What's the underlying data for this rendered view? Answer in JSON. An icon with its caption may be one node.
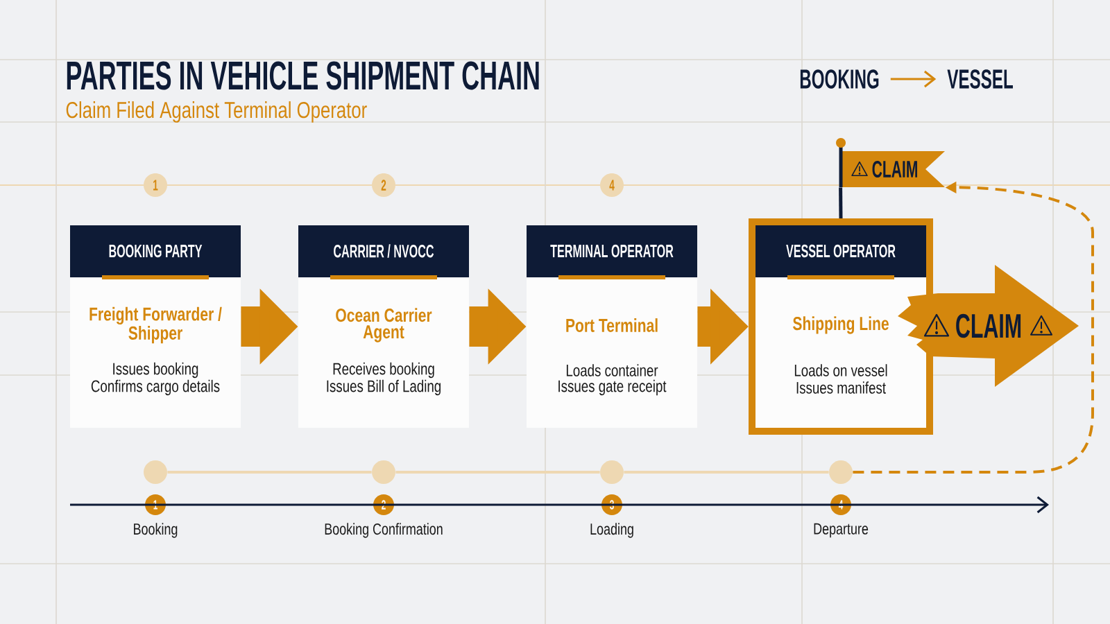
{
  "diagram": {
    "title": "PARTIES IN VEHICLE SHIPMENT CHAIN",
    "nodes": [
      {
        "text": [
          "BOOKING"
        ]
      },
      {
        "text": [
          "VESSEL"
        ]
      },
      {
        "text": [
          "CLAIM"
        ]
      },
      {
        "text": [
          "1"
        ]
      },
      {
        "text": [
          "2"
        ]
      },
      {
        "text": [
          "4"
        ]
      },
      {
        "text": [
          "BOOKING PARTY",
          "Freight Forwarder / Shipper",
          "Issues booking",
          "Confirms cargo details"
        ]
      },
      {
        "text": [
          "CARRIER / NVOCC",
          "Ocean Carrier Agent",
          "Receives booking",
          "Issues Bill of Lading"
        ]
      },
      {
        "text": [
          "TERMINAL OPERATOR",
          "Port Terminal",
          "Loads container",
          "Issues gate receipt"
        ]
      },
      {
        "text": [
          "VESSEL OPERATOR",
          "Shipping Line",
          "Loads on vessel",
          "Issues manifest"
        ]
      },
      {
        "text": [
          "CLAIM"
        ]
      },
      {
        "text": [],
        "shape": "circle"
      },
      {
        "text": [],
        "shape": "circle"
      },
      {
        "text": [],
        "shape": "circle"
      },
      {
        "text": [],
        "shape": "circle"
      },
      {
        "text": [
          "1"
        ],
        "beside": [
          "Booking"
        ]
      },
      {
        "text": [
          "2"
        ],
        "beside": [
          "Booking Confirmation"
        ]
      },
      {
        "text": [
          "3"
        ],
        "beside": [
          "Loading"
        ]
      },
      {
        "text": [
          "4"
        ],
        "beside": [
          "Departure"
        ]
      }
    ],
    "edges": [
      {
        "from": 0,
        "to": 1,
        "arrow": "to"
      },
      {
        "from": 6,
        "to": 7,
        "arrow": "to",
        "style": "thick"
      },
      {
        "from": 7,
        "to": 8,
        "arrow": "to",
        "style": "thick"
      },
      {
        "from": 8,
        "to": 9,
        "arrow": "to",
        "style": "thick"
      },
      {
        "from": 2,
        "to": 9,
        "arrow": "none",
        "color": "#0e1b36"
      },
      {
        "from": 11,
        "to": 12,
        "arrow": "none",
        "color": "#eed8b2"
      },
      {
        "from": 12,
        "to": 13,
        "arrow": "none",
        "color": "#eed8b2"
      },
      {
        "from": 13,
        "to": 14,
        "arrow": "none",
        "color": "#eed8b2"
      },
      {
        "from": 14,
        "to": 2,
        "arrow": "to",
        "style": "dashed"
      }
    ],
    "labels": [
      "Claim Filed Against Terminal Operator"
    ]
  }
}
